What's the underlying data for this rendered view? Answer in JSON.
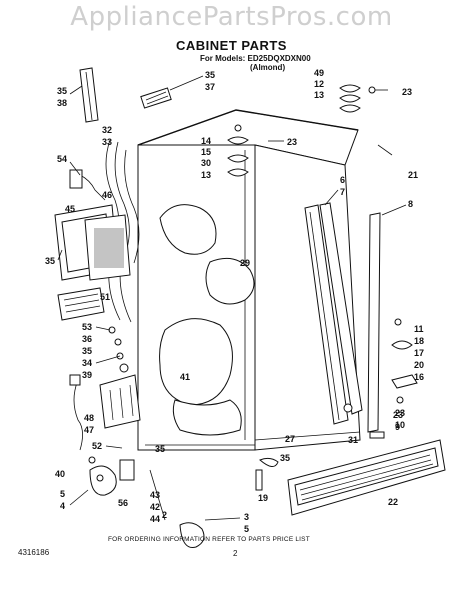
{
  "watermark": "AppliancePartsPros.com",
  "title": "CABINET PARTS",
  "subtitle_model": "For Models: ED25DQXDXN00",
  "subtitle_color": "(Almond)",
  "footer_note": "FOR ORDERING INFORMATION REFER TO PARTS PRICE LIST",
  "page_number": "2",
  "part_number": "4316186",
  "callouts": [
    "35",
    "38",
    "35",
    "37",
    "54",
    "32",
    "33",
    "46",
    "45",
    "35",
    "51",
    "53",
    "36",
    "35",
    "34",
    "39",
    "48",
    "47",
    "52",
    "40",
    "5",
    "4",
    "35",
    "56",
    "43",
    "42",
    "44",
    "2",
    "3",
    "5",
    "19",
    "22",
    "10",
    "23",
    "31",
    "27",
    "6",
    "7",
    "8",
    "29",
    "41",
    "49",
    "12",
    "13",
    "23",
    "14",
    "15",
    "30",
    "13",
    "23",
    "21",
    "11",
    "18",
    "17",
    "20",
    "16",
    "23",
    "35",
    "9"
  ],
  "icons": {
    "cabinet": "refrigerator-cabinet-illustration",
    "parts": "exploded-part-drawings"
  }
}
